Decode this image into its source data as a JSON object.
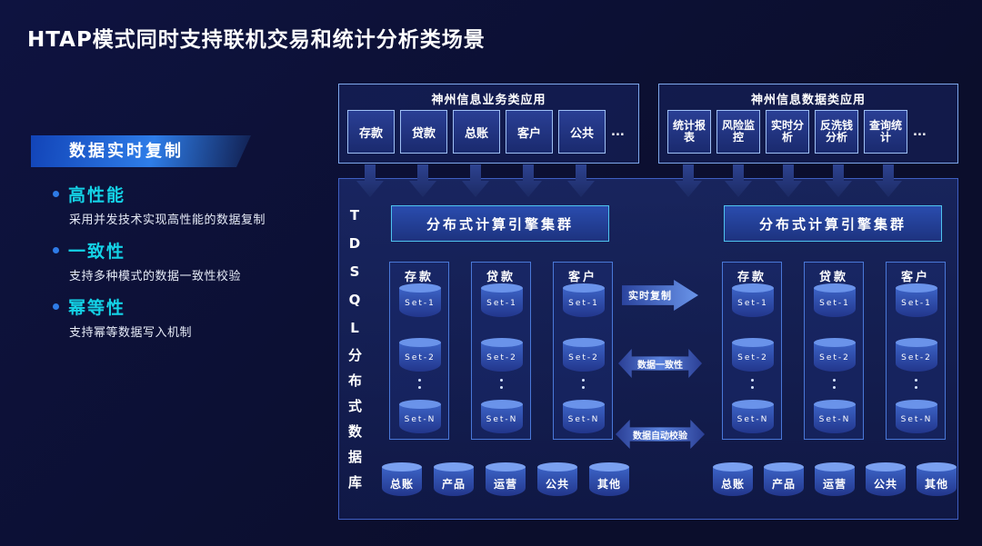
{
  "title": "HTAP模式同时支持联机交易和统计分析类场景",
  "left": {
    "banner": "数据实时复制",
    "bullets": [
      {
        "head": "高性能",
        "desc": "采用并发技术实现高性能的数据复制"
      },
      {
        "head": "一致性",
        "desc": "支持多种模式的数据一致性校验"
      },
      {
        "head": "幂等性",
        "desc": "支持幂等数据写入机制"
      }
    ]
  },
  "apps": {
    "business": {
      "title": "神州信息业务类应用",
      "items": [
        "存款",
        "贷款",
        "总账",
        "客户",
        "公共"
      ],
      "ellipsis": "..."
    },
    "data": {
      "title": "神州信息数据类应用",
      "items": [
        "统计报表",
        "风险监控",
        "实时分析",
        "反洗钱分析",
        "查询统计"
      ],
      "ellipsis": "..."
    }
  },
  "db": {
    "side_label": "TDSQL分布式数据库",
    "engine_left": "分布式计算引擎集群",
    "engine_right": "分布式计算引擎集群",
    "set_labels": [
      "Set-1",
      "Set-2",
      "Set-N"
    ],
    "left_columns": [
      "存款",
      "贷款",
      "客户"
    ],
    "right_columns": [
      "存款",
      "贷款",
      "客户"
    ],
    "left_bottom": [
      "总账",
      "产品",
      "运营",
      "公共",
      "其他"
    ],
    "right_bottom": [
      "总账",
      "产品",
      "运营",
      "公共",
      "其他"
    ],
    "links": [
      "实时复制",
      "数据一致性",
      "数据自动校验"
    ]
  },
  "colors": {
    "background": "#0c1033",
    "accent_cyan": "#14d2e6",
    "accent_blue": "#2e7be6",
    "panel_border": "#4a78d8",
    "engine_border": "#4fc3ef"
  }
}
